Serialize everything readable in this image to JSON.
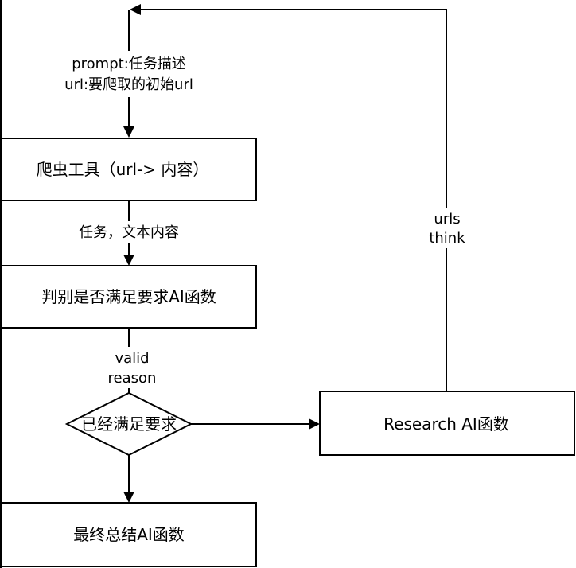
{
  "nodes": {
    "crawler": "爬虫工具（url-> 内容）",
    "judge": "判别是否满足要求AI函数",
    "decision": "已经满足要求",
    "research": "Research AI函数",
    "summary": "最终总结AI函数"
  },
  "edges": {
    "to_crawler_line1": "prompt:任务描述",
    "to_crawler_line2": "url:要爬取的初始url",
    "crawler_to_judge": "任务，文本内容",
    "judge_to_decision_line1": "valid",
    "judge_to_decision_line2": "reason",
    "research_loop_line1": "urls",
    "research_loop_line2": "think"
  }
}
